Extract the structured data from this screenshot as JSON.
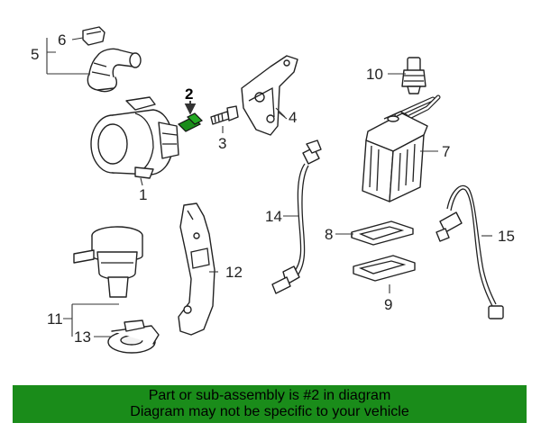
{
  "callouts": {
    "c1": "1",
    "c2": "2",
    "c3": "3",
    "c4": "4",
    "c5": "5",
    "c6": "6",
    "c7": "7",
    "c8": "8",
    "c9": "9",
    "c10": "10",
    "c11": "11",
    "c12": "12",
    "c13": "13",
    "c14": "14",
    "c15": "15"
  },
  "highlight_color": "#1a8c1a",
  "banner": {
    "line1": "Part or sub-assembly is #2 in diagram",
    "line2": "Diagram may not be specific to your vehicle"
  }
}
